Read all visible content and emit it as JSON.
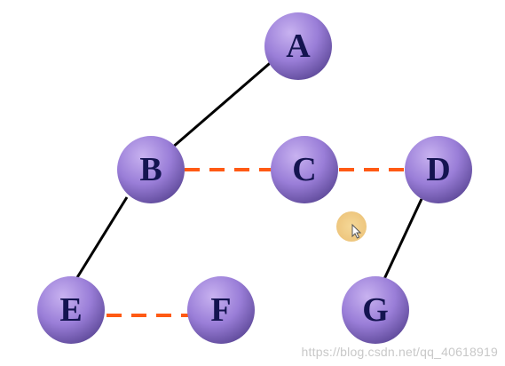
{
  "diagram": {
    "nodes": [
      {
        "id": "a",
        "label": "A"
      },
      {
        "id": "b",
        "label": "B"
      },
      {
        "id": "c",
        "label": "C"
      },
      {
        "id": "d",
        "label": "D"
      },
      {
        "id": "e",
        "label": "E"
      },
      {
        "id": "f",
        "label": "F"
      },
      {
        "id": "g",
        "label": "G"
      }
    ],
    "edges": [
      {
        "from": "A",
        "to": "B",
        "style": "solid"
      },
      {
        "from": "B",
        "to": "E",
        "style": "solid"
      },
      {
        "from": "D",
        "to": "G",
        "style": "solid"
      },
      {
        "from": "B",
        "to": "C",
        "style": "dashed"
      },
      {
        "from": "C",
        "to": "D",
        "style": "dashed"
      },
      {
        "from": "E",
        "to": "F",
        "style": "dashed"
      }
    ],
    "colors": {
      "node_light": "#c8b2f0",
      "node_mid": "#9a7ed8",
      "node_dark": "#5f4a9a",
      "label": "#141450",
      "solid_edge": "#000000",
      "dashed_edge": "#ff5a14",
      "cursor_highlight": "#f0c878"
    },
    "cursor_icon": "arrow-cursor-icon"
  },
  "watermark": {
    "text": "https://blog.csdn.net/qq_40618919"
  }
}
